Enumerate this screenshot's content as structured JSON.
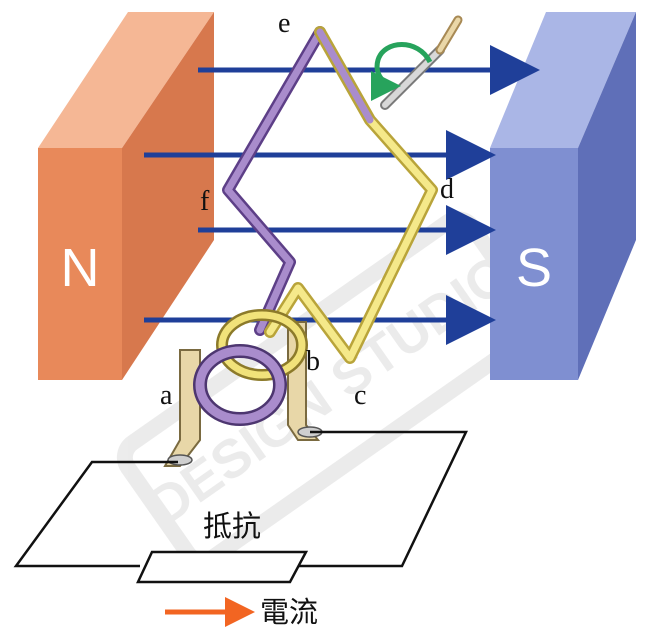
{
  "magnet": {
    "north_label": "N",
    "south_label": "S",
    "north_color": "#e8895a",
    "south_color": "#7f8fd1"
  },
  "points": {
    "a": "a",
    "b": "b",
    "c": "c",
    "d": "d",
    "e": "e",
    "f": "f"
  },
  "circuit": {
    "resistor_label": "抵抗"
  },
  "legend": {
    "current_label": "電流",
    "current_color": "#f26522"
  },
  "colors": {
    "field_line": "#1f3f99",
    "coil_side_purple": "#8a6bb0",
    "coil_side_yellow": "#f1e27a",
    "rotation_arrow": "#27a35c"
  },
  "watermark": "DESIGN STUDIO"
}
